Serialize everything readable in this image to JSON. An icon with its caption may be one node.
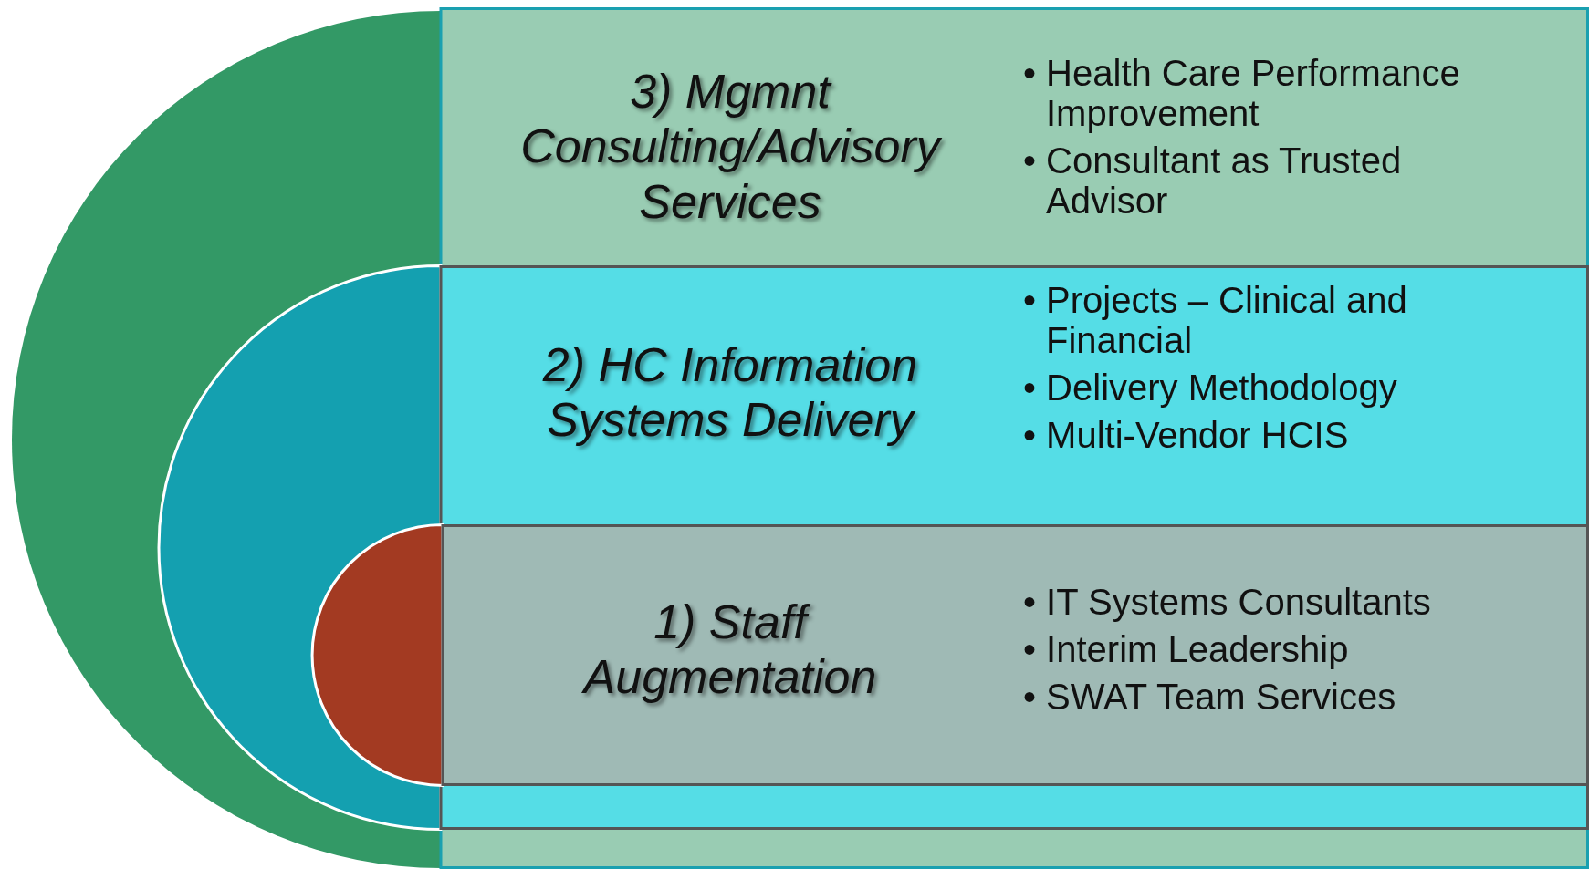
{
  "diagram": {
    "nodes": [
      {
        "text": [
          "3) Mgmnt Consulting/Advisory Services",
          "• Health Care Performance Improvement",
          "• Consultant as Trusted Advisor"
        ]
      },
      {
        "text": [
          "2) HC Information Systems Delivery",
          "• Projects – Clinical and Financial",
          "• Delivery Methodology",
          "• Multi-Vendor HCIS"
        ],
        "in": 0
      },
      {
        "text": [
          "1) Staff Augmentation",
          "• IT Systems Consultants",
          "• Interim Leadership",
          "• SWAT Team Services"
        ],
        "in": 1
      }
    ]
  }
}
